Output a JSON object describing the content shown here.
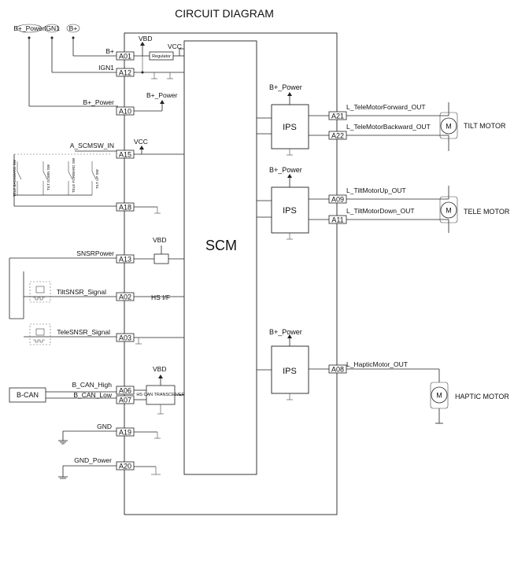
{
  "title": "CIRCUIT DIAGRAM",
  "module_label": "SCM",
  "top_sources": [
    "B+_Power",
    "IGN1",
    "B+"
  ],
  "regulator_label": "Regulator",
  "rails": {
    "vbd": "VBD",
    "vcc": "VCC"
  },
  "left_pins": [
    {
      "pin": "A01",
      "signal": "B+"
    },
    {
      "pin": "A12",
      "signal": "IGN1"
    },
    {
      "pin": "A10",
      "signal": "B+_Power"
    },
    {
      "pin": "A15",
      "signal": "A_SCMSW_IN"
    },
    {
      "pin": "A18",
      "signal": ""
    },
    {
      "pin": "A13",
      "signal": "SNSRPower"
    },
    {
      "pin": "A02",
      "signal": "TiltSNSR_Signal"
    },
    {
      "pin": "A03",
      "signal": "TeleSNSR_Signal"
    },
    {
      "pin": "A06",
      "signal": "B_CAN_High"
    },
    {
      "pin": "A07",
      "signal": "B_CAN_Low"
    },
    {
      "pin": "A19",
      "signal": "GND"
    },
    {
      "pin": "A20",
      "signal": "GND_Power"
    }
  ],
  "switches": [
    "TELE BACKWARD SW",
    "TILT DOWN SW",
    "TELE FORWARD SW",
    "TILT UP SW"
  ],
  "internal": {
    "b_power": "B+_Power",
    "vcc": "VCC",
    "vbd_a13": "VBD",
    "hs_if": "HS I/F",
    "vbd_can": "VBD",
    "can_transceiver": "HS CAN TRANSCEIVER"
  },
  "ips_blocks": [
    {
      "label": "IPS",
      "supply": "B+_Power"
    },
    {
      "label": "IPS",
      "supply": "B+_Power"
    },
    {
      "label": "IPS",
      "supply": "B+_Power"
    }
  ],
  "right_pins": [
    {
      "pin": "A21",
      "signal": "L_TeleMotorForward_OUT"
    },
    {
      "pin": "A22",
      "signal": "L_TeleMotorBackward_OUT"
    },
    {
      "pin": "A09",
      "signal": "L_TiltMotorUp_OUT"
    },
    {
      "pin": "A11",
      "signal": "L_TiltMotorDown_OUT"
    },
    {
      "pin": "A08",
      "signal": "L_HapticMotor_OUT"
    }
  ],
  "motors": [
    {
      "symbol": "M",
      "label": "TILT MOTOR"
    },
    {
      "symbol": "M",
      "label": "TELE MOTOR"
    },
    {
      "symbol": "M",
      "label": "HAPTIC MOTOR"
    }
  ],
  "bcan_box": "B-CAN"
}
